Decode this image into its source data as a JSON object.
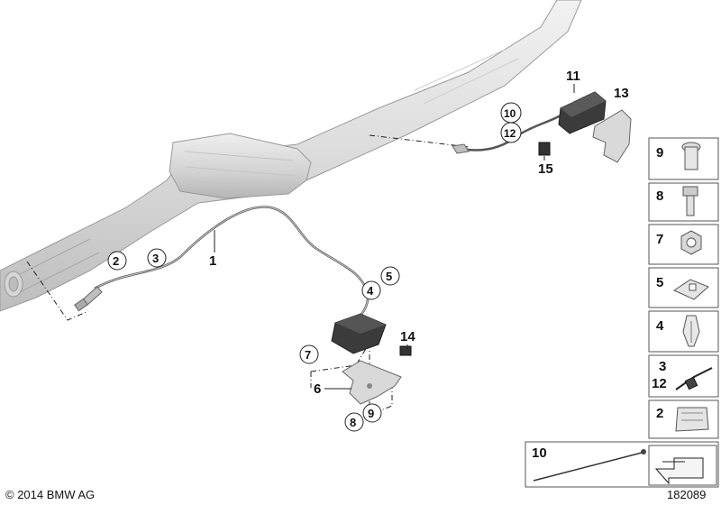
{
  "diagram": {
    "callouts": {
      "c1": "1",
      "c2": "2",
      "c3": "3",
      "c4": "4",
      "c5": "5",
      "c6": "6",
      "c7": "7",
      "c8": "8",
      "c9": "9",
      "c10": "10",
      "c11": "11",
      "c12": "12",
      "c13": "13",
      "c14": "14",
      "c15": "15"
    }
  },
  "legend": {
    "items": [
      {
        "label": "9"
      },
      {
        "label": "8"
      },
      {
        "label": "7"
      },
      {
        "label": "5"
      },
      {
        "label": "4"
      },
      {
        "label": "3"
      },
      {
        "label": "12"
      },
      {
        "label": "2"
      },
      {
        "label": "10"
      }
    ]
  },
  "footer": {
    "copyright": "© 2014 BMW AG",
    "figure_number": "182089"
  }
}
